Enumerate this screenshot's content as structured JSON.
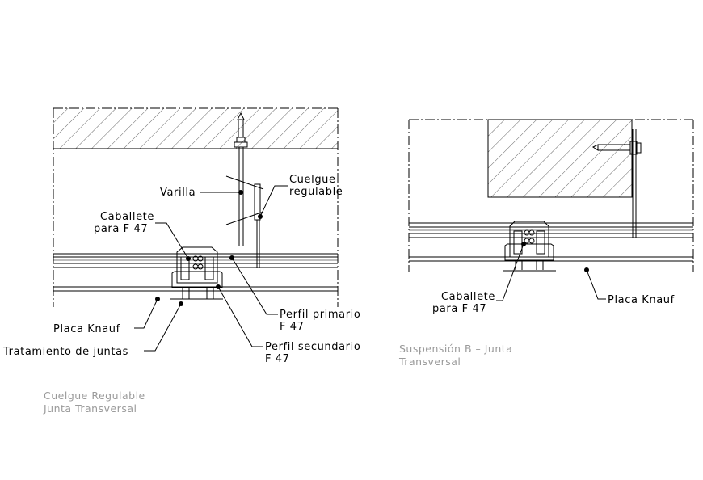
{
  "left_detail": {
    "labels": {
      "varilla": "Varilla",
      "cuelgue_1": "Cuelgue",
      "cuelgue_2": "regulable",
      "caballete_1": "Caballete",
      "caballete_2": "para F 47",
      "perfil_primario_1": "Perfil primario",
      "perfil_primario_2": "F 47",
      "perfil_secundario_1": "Perfil secundario",
      "perfil_secundario_2": "F 47",
      "placa_knauf": "Placa Knauf",
      "tratamiento": "Tratamiento de juntas"
    },
    "caption_1": "Cuelgue Regulable",
    "caption_2": "Junta Transversal"
  },
  "right_detail": {
    "labels": {
      "caballete_1": "Caballete",
      "caballete_2": "para F 47",
      "placa_knauf": "Placa Knauf"
    },
    "caption_1": "Suspensión B – Junta",
    "caption_2": "Transversal"
  },
  "colors": {
    "line": "#000000",
    "caption": "#9a9a9a",
    "background": "#ffffff"
  }
}
